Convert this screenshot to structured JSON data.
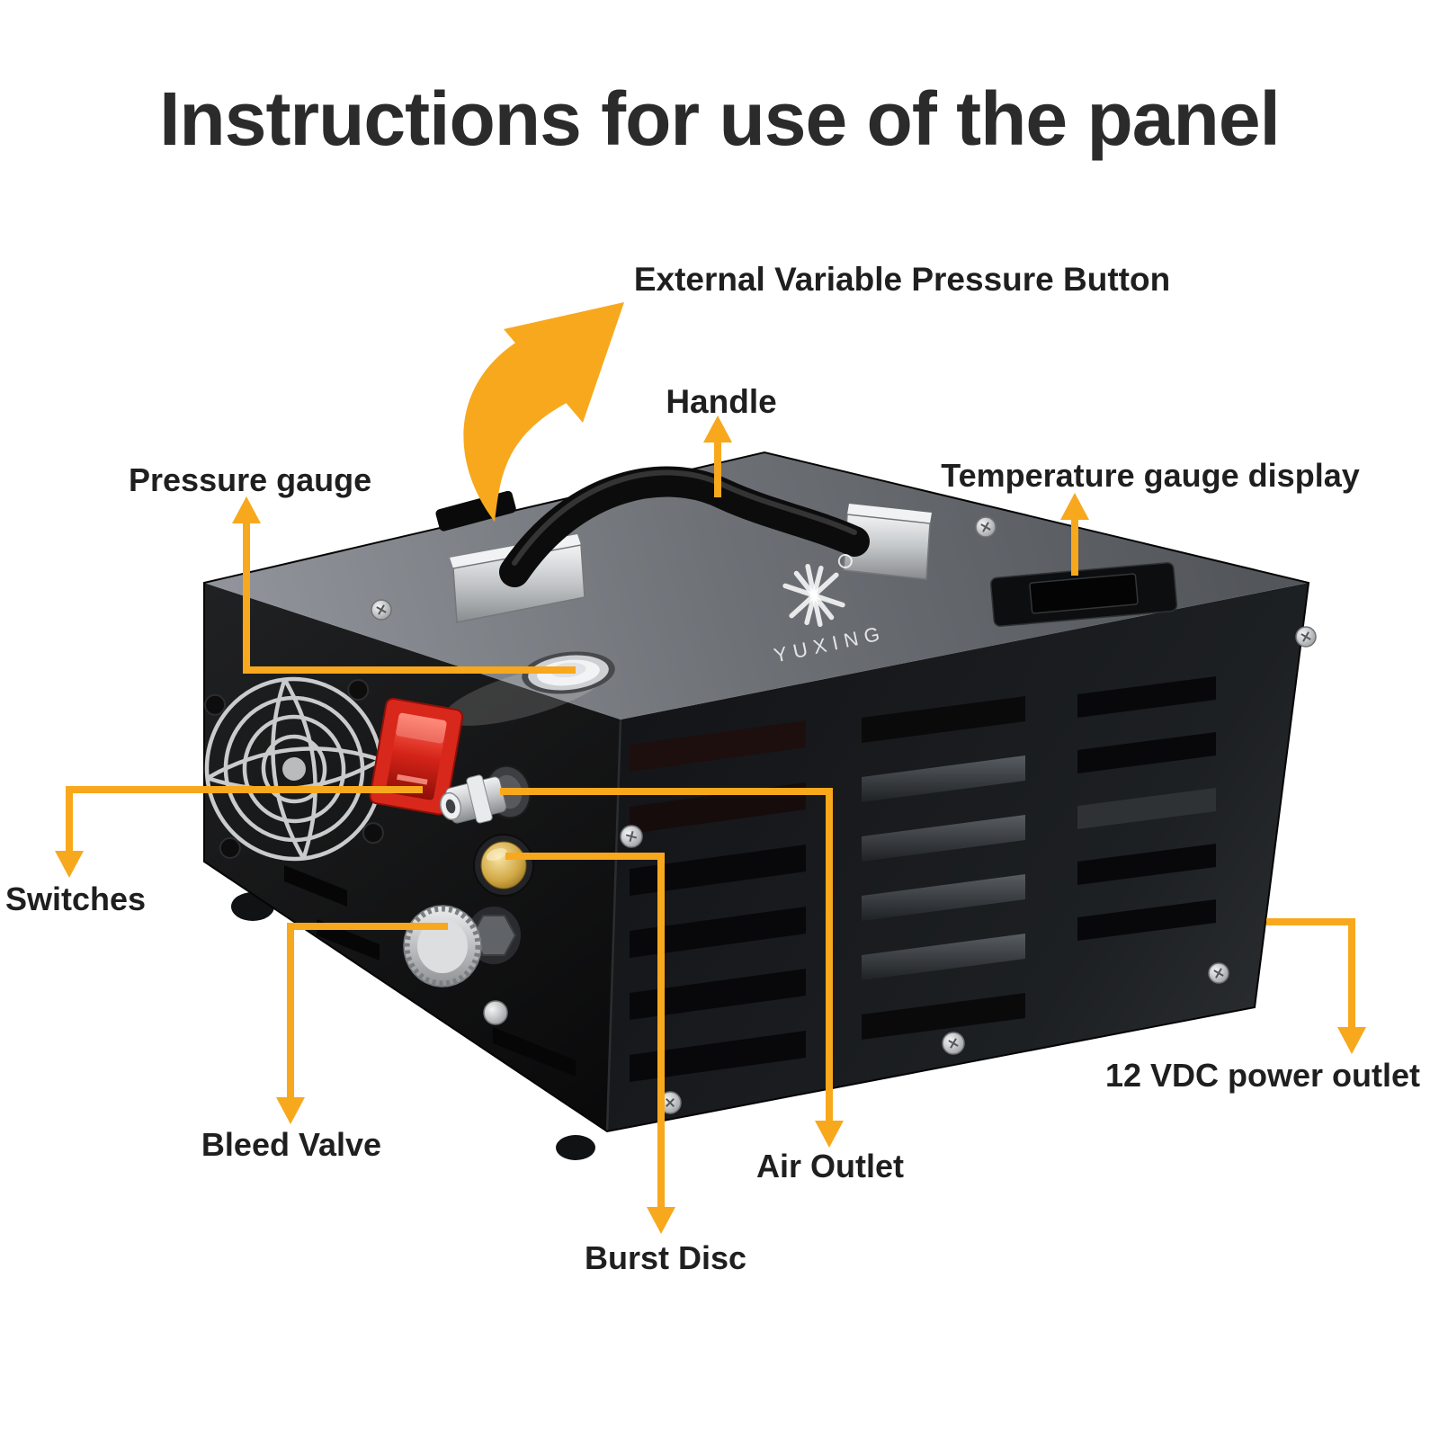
{
  "title": "Instructions for use of the panel",
  "brand": "YUXING",
  "colors": {
    "accent": "#F8A81D",
    "label_text": "#1F1F1F",
    "title_text": "#2B2B2B",
    "switch_red": "#D8281B",
    "brass": "#D1A845"
  },
  "labels": {
    "external_button": "External Variable Pressure Button",
    "handle": "Handle",
    "pressure_gauge": "Pressure gauge",
    "temperature_display": "Temperature gauge display",
    "switches": "Switches",
    "bleed_valve": "Bleed Valve",
    "burst_disc": "Burst Disc",
    "air_outlet": "Air Outlet",
    "power_outlet": "12 VDC power outlet"
  }
}
